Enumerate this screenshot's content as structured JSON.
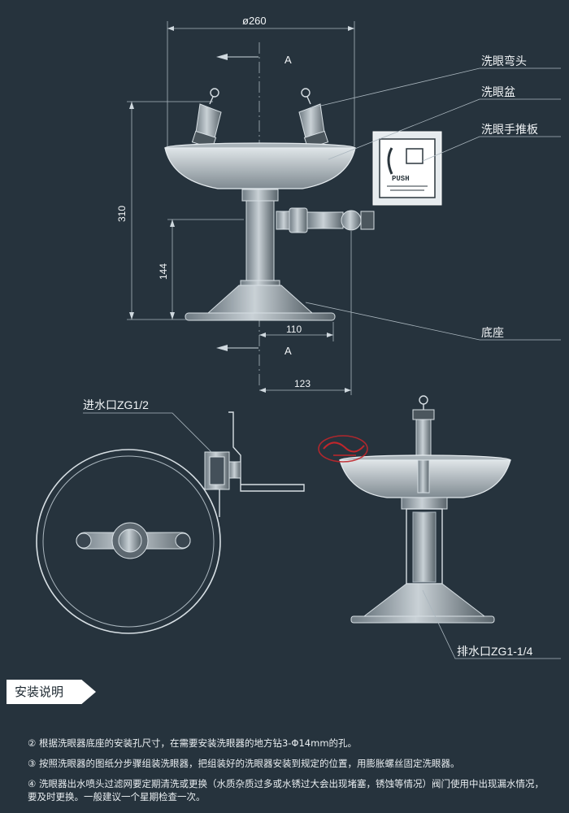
{
  "dimensions": {
    "diameter": "ø260",
    "section_label": "A",
    "height_total": "310",
    "height_lower": "144",
    "width_half": "110",
    "offset": "123"
  },
  "callouts": {
    "nozzle": "洗眼弯头",
    "basin": "洗眼盆",
    "push_plate": "洗眼手推板",
    "base": "底座",
    "inlet": "进水口ZG1/2",
    "drain": "排水口ZG1-1/4"
  },
  "push_plate_text": "PUSH",
  "section": {
    "title": "安装说明"
  },
  "notes": [
    "② 根据洗眼器底座的安装孔尺寸，在需要安装洗眼器的地方钻3-Φ14mm的孔。",
    "③ 按照洗眼器的图纸分步骤组装洗眼器，把组装好的洗眼器安装到规定的位置，用膨胀螺丝固定洗眼器。",
    "④ 洗眼器出水喷头过滤网要定期清洗或更换（水质杂质过多或水锈过大会出现堵塞，锈蚀等情况）阀门使用中出现漏水情况，要及时更换。一般建议一个星期检查一次。"
  ],
  "colors": {
    "background": "#26333d",
    "line": "#cfd8de",
    "stamp": "#c0262b"
  }
}
